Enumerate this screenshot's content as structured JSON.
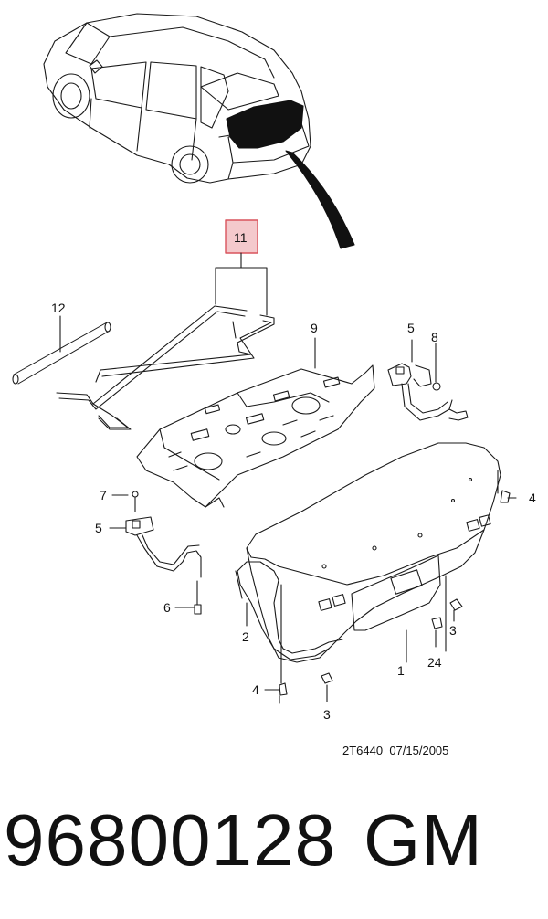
{
  "callouts": {
    "c1": "1",
    "c2": "2",
    "c3a": "3",
    "c3b": "3",
    "c4a": "4",
    "c4b": "4",
    "c5a": "5",
    "c5b": "5",
    "c6": "6",
    "c7": "7",
    "c8": "8",
    "c9": "9",
    "c11": "11",
    "c12": "12",
    "c24": "24"
  },
  "footer": {
    "diagram_code": "2T6440  07/15/2005",
    "part_number": "96800128",
    "brand": "GM"
  },
  "colors": {
    "highlight_box": "#f4c9cc",
    "highlight_border": "#d9545d",
    "line": "#1a1a1a"
  }
}
